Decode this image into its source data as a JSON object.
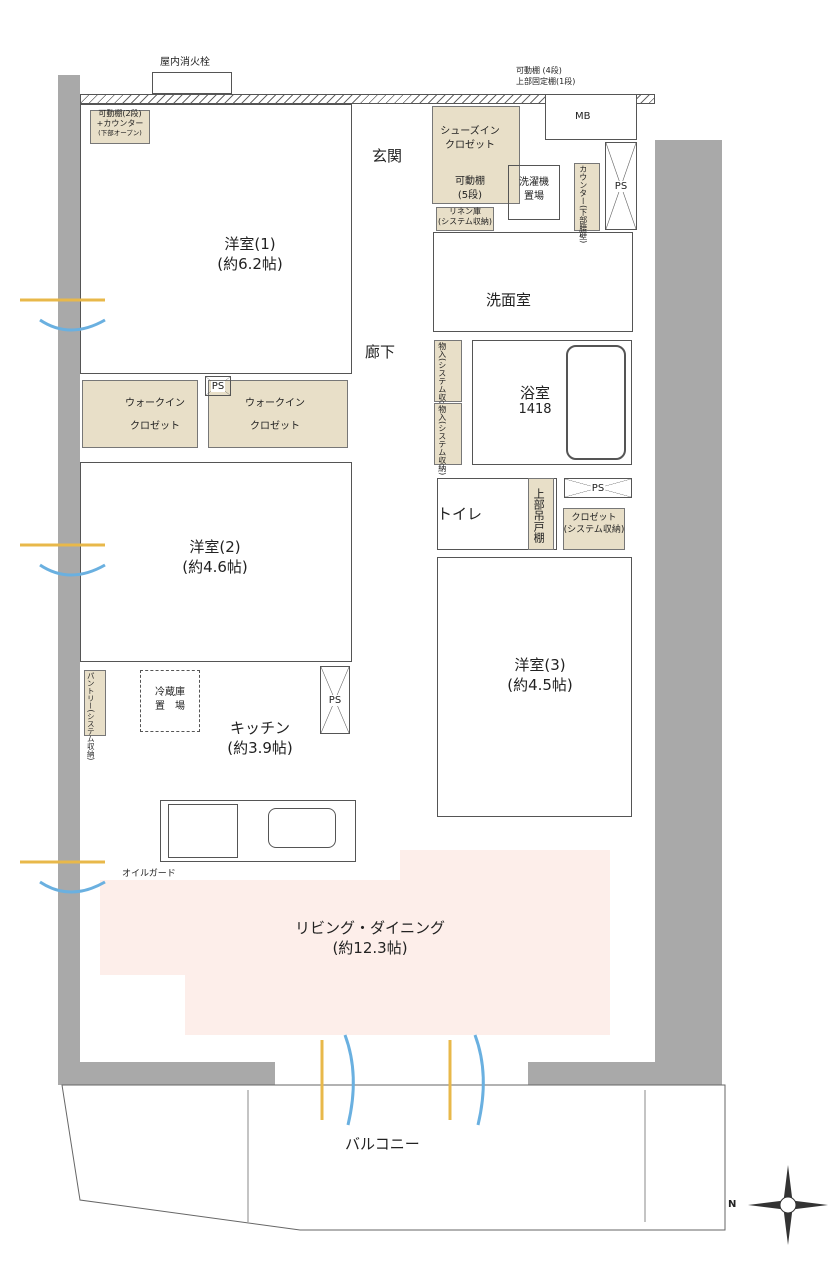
{
  "labels": {
    "fire_hydrant": "屋内消火栓",
    "shelf_top_right": "可動棚 (4段)",
    "shelf_top_right2": "上部固定棚(1段)",
    "mb": "MB",
    "shelf_counter": "可動棚(2段)",
    "shelf_counter2": "+カウンター",
    "shelf_counter3": "(下部オープン)",
    "entrance": "玄関",
    "shoes_closet": "シューズイン",
    "shoes_closet2": "クロゼット",
    "shelf5": "可動棚",
    "shelf5b": "(5段)",
    "washer": "洗濯機",
    "washer2": "置場",
    "counter_v": "カウンター(下部腰壁)",
    "ps": "PS",
    "linen": "リネン庫",
    "linen2": "(システム収納)",
    "room1": "洋室(1)",
    "room1_size": "(約6.2帖)",
    "washroom": "洗面室",
    "hallway": "廊下",
    "storage_v": "物入(システム収納)",
    "bath": "浴室",
    "bath_size": "1418",
    "wic": "ウォークイン",
    "wic2": "クロゼット",
    "room2": "洋室(2)",
    "room2_size": "(約4.6帖)",
    "toilet": "トイレ",
    "upper_shelf": "上部吊戸棚",
    "closet": "クロゼット",
    "closet2": "(システム収納)",
    "room3": "洋室(3)",
    "room3_size": "(約4.5帖)",
    "pantry": "パントリー(システム収納)",
    "fridge": "冷蔵庫",
    "fridge2": "置　場",
    "kitchen": "キッチン",
    "kitchen_size": "(約3.9帖)",
    "oil_guard": "オイルガード",
    "living": "リビング・ダイニング",
    "living_size": "(約12.3帖)",
    "balcony": "バルコニー",
    "north": "N"
  },
  "colors": {
    "wall": "#a9a9a9",
    "storage": "#e8dfc8",
    "living": "#fdeeea"
  }
}
